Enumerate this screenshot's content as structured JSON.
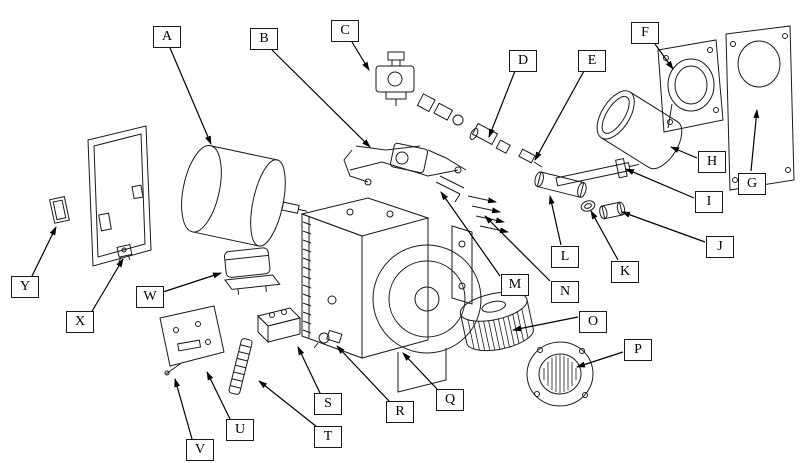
{
  "colors": {
    "background": "#ffffff",
    "line": "#1a1a1a"
  },
  "labels": [
    "A",
    "B",
    "C",
    "D",
    "E",
    "F",
    "G",
    "H",
    "I",
    "J",
    "K",
    "L",
    "M",
    "N",
    "O",
    "P",
    "Q",
    "R",
    "S",
    "T",
    "U",
    "V",
    "W",
    "X",
    "Y"
  ]
}
